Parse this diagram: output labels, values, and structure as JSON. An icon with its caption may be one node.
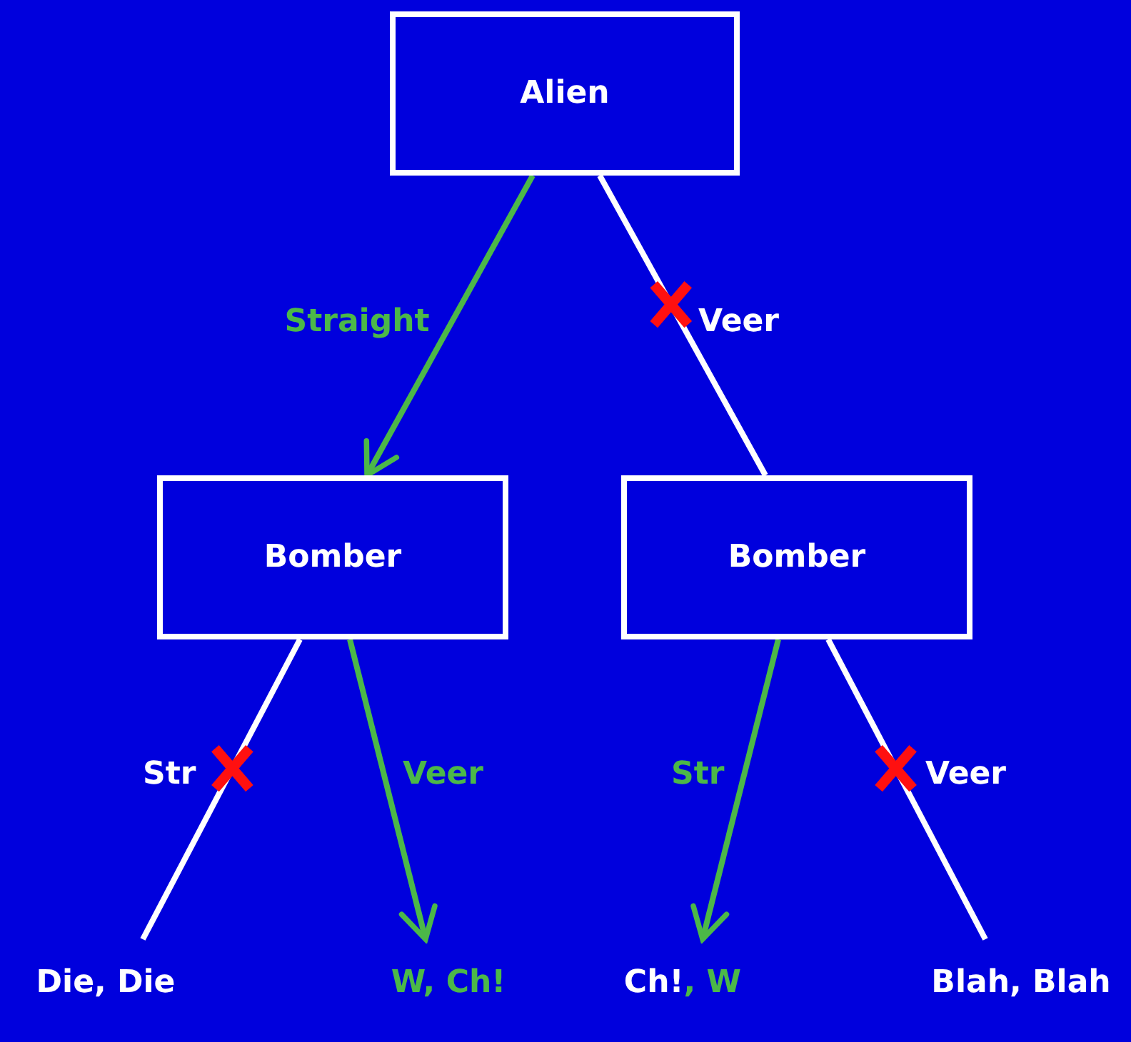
{
  "diagram": {
    "nodes": [
      {
        "text": [
          "Alien"
        ]
      },
      {
        "text": [
          "Bomber"
        ]
      },
      {
        "text": [
          "Bomber"
        ]
      },
      {
        "text": [
          "Die, Die"
        ]
      },
      {
        "text": [
          "W, Ch!"
        ]
      },
      {
        "text": [
          "Ch!",
          ", W"
        ]
      },
      {
        "text": [
          "Blah, Blah"
        ]
      }
    ],
    "edges": [
      {
        "from": 0,
        "to": 1,
        "arrow": "to",
        "label": "Straight",
        "color": "#4cb848"
      },
      {
        "from": 0,
        "to": 2,
        "arrow": "none",
        "label": "Veer",
        "color": "#ffffff"
      },
      {
        "from": 1,
        "to": 3,
        "arrow": "none",
        "label": "Str",
        "color": "#ffffff"
      },
      {
        "from": 1,
        "to": 4,
        "arrow": "to",
        "label": "Veer",
        "color": "#4cb848"
      },
      {
        "from": 2,
        "to": 5,
        "arrow": "to",
        "label": "Str",
        "color": "#4cb848"
      },
      {
        "from": 2,
        "to": 6,
        "arrow": "none",
        "label": "Veer",
        "color": "#ffffff"
      }
    ]
  }
}
